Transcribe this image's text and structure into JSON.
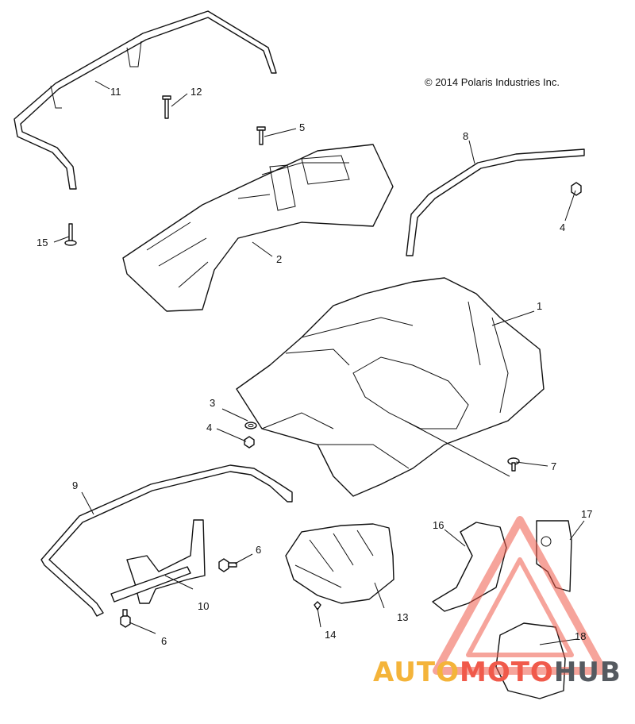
{
  "copyright": "© 2014 Polaris Industries Inc.",
  "callouts": [
    {
      "id": "c1",
      "label": "1"
    },
    {
      "id": "c2",
      "label": "2"
    },
    {
      "id": "c3",
      "label": "3"
    },
    {
      "id": "c4a",
      "label": "4"
    },
    {
      "id": "c4b",
      "label": "4"
    },
    {
      "id": "c5",
      "label": "5"
    },
    {
      "id": "c6a",
      "label": "6"
    },
    {
      "id": "c6b",
      "label": "6"
    },
    {
      "id": "c7",
      "label": "7"
    },
    {
      "id": "c8",
      "label": "8"
    },
    {
      "id": "c9",
      "label": "9"
    },
    {
      "id": "c10",
      "label": "10"
    },
    {
      "id": "c11",
      "label": "11"
    },
    {
      "id": "c12",
      "label": "12"
    },
    {
      "id": "c13",
      "label": "13"
    },
    {
      "id": "c14",
      "label": "14"
    },
    {
      "id": "c15",
      "label": "15"
    },
    {
      "id": "c16",
      "label": "16"
    },
    {
      "id": "c17",
      "label": "17"
    },
    {
      "id": "c18",
      "label": "18"
    }
  ],
  "watermark": {
    "part1": "AUTO",
    "part2": "MOTO",
    "part3": "HUB",
    "colors": {
      "auto": "#f4b43a",
      "moto": "#f05a4b",
      "hub": "#555a60",
      "triangle": "#f05a4b"
    }
  }
}
